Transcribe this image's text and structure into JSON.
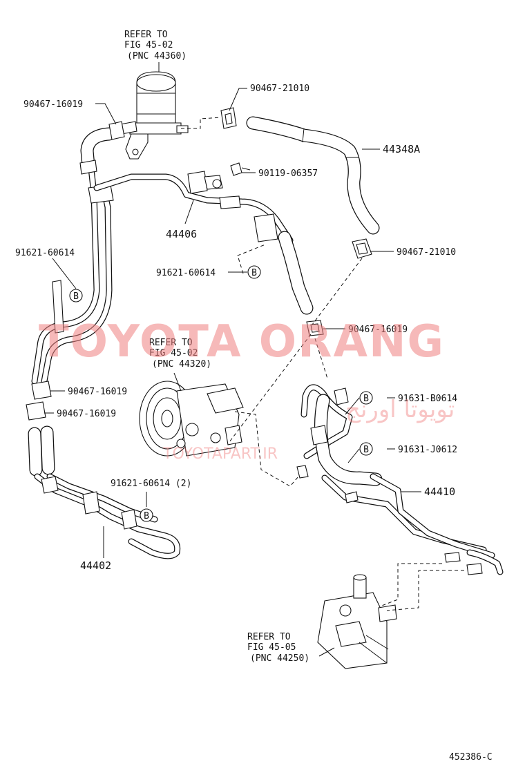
{
  "labels": {
    "refer_reservoir": [
      "REFER TO",
      "FIG 45-02",
      "(PNC 44360)"
    ],
    "refer_pump": [
      "REFER TO",
      "FIG 45-02",
      "(PNC 44320)"
    ],
    "refer_gear": [
      "REFER TO",
      "FIG 45-05",
      "(PNC 44250)"
    ],
    "clamp_top_left": "90467-16019",
    "clamp_top_mid": "90467-21010",
    "hose_44348a": "44348A",
    "bolt_90119": "90119-06357",
    "tube_44406": "44406",
    "clip_left": "91621-60614",
    "clip_mid": "91621-60614",
    "clamp_right": "90467-21010",
    "clamp_mid": "90467-16019",
    "clamp_left_1": "90467-16019",
    "clamp_left_2": "90467-16019",
    "clip_91631_b": "91631-B0614",
    "clip_91631_j": "91631-J0612",
    "tube_44410": "44410",
    "clip_bottom_left": "91621-60614 (2)",
    "tube_44402": "44402",
    "figure_code": "452386-C",
    "callout_letter": "B"
  },
  "watermark": {
    "brand": "TOYOTA ORANG",
    "arabic": "تويوتا اورنج",
    "url": "TOYOTAPART.IR",
    "color": "#f08080"
  }
}
